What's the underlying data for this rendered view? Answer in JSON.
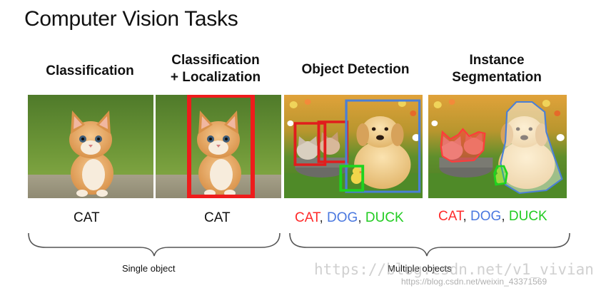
{
  "title": "Computer Vision Tasks",
  "columns": [
    {
      "heading": [
        "Classification"
      ],
      "label": "CAT"
    },
    {
      "heading": [
        "Classification",
        "+ Localization"
      ],
      "label": "CAT"
    },
    {
      "heading": [
        "Object Detection"
      ],
      "labels": [
        "CAT",
        "DOG",
        "DUCK"
      ]
    },
    {
      "heading": [
        "Instance",
        "Segmentation"
      ],
      "labels": [
        "CAT",
        "DOG",
        "DUCK"
      ]
    }
  ],
  "group_labels": {
    "single": "Single object",
    "multiple": "Multiple objects"
  },
  "label_colors": {
    "cat": "#ff2a2a",
    "dog": "#4a78e0",
    "duck": "#22cc22"
  },
  "box_colors": {
    "localization": "#ee1c1c",
    "detection_cat": "#e11d1d",
    "detection_dog": "#4a7fd6",
    "detection_duck": "#1ed41e"
  },
  "watermark": {
    "url_large": "https://blog.csdn.net/v1_vivian",
    "url_small": "https://blog.csdn.net/weixin_43371569"
  }
}
